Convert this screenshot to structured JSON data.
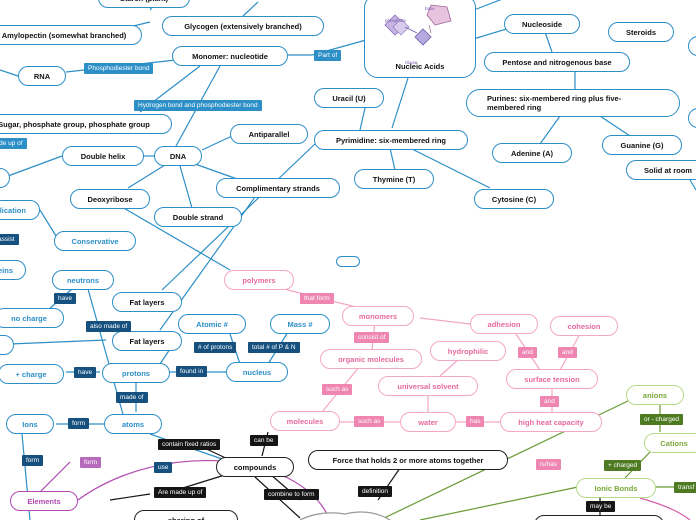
{
  "nodes": {
    "starch": "Starch (plant)",
    "glycogen": "Glycogen (extensively branched)",
    "amylopectin": "Amylopectin (somewhat branched)",
    "monomer_nucleotide": "Monomer: nucleotide",
    "rna": "RNA",
    "sugar_phosphate": "Sugar, phosphate group, phosphate group",
    "double_helix": "Double helix",
    "dna": "DNA",
    "antiparallel": "Antiparallel",
    "complimentary": "Complimentary strands",
    "deoxyribose": "Deoxyribose",
    "double_strand": "Double strand",
    "replication": "replication",
    "conservative": "Conservative",
    "proteins": "Proteins",
    "nucleic_acids": "Nucleic Acids",
    "nucleoside": "Nucleoside",
    "steroids": "Steroids",
    "pentose": "Pentose and nitrogenous base",
    "uracil": "Uracil (U)",
    "pyrimidine": "Pyrimidine: six-membered ring",
    "purines": "Purines: six-membered ring plus five-membered ring",
    "adenine": "Adenine (A)",
    "guanine": "Guanine (G)",
    "thymine": "Thymine (T)",
    "cytosine": "Cytosine (C)",
    "solid_room": "Solid at room",
    "polymers": "polymers",
    "monomers": "monomers",
    "neutrons": "neutrons",
    "no_charge": "no charge",
    "fat_layers_1": "Fat layers",
    "fat_layers_2": "Fat layers",
    "atomic_num": "Atomic #",
    "mass_num": "Mass #",
    "adhesion": "adhesion",
    "cohesion": "cohesion",
    "hydrophilic": "hydrophilic",
    "organic_molecules": "organic molecules",
    "plus_charge": "+ charge",
    "protons": "protons",
    "nucleus": "nucleus",
    "universal_solvent": "universal solvent",
    "surface_tension": "surface tension",
    "anions": "anions",
    "ions": "Ions",
    "atoms": "atoms",
    "molecules": "molecules",
    "water": "water",
    "high_heat": "high heat capacity",
    "cations": "Cations",
    "compounds": "compounds",
    "force": "Force that holds 2 or more atoms together",
    "ionic_bonds": "Ionic Bonds",
    "elements": "Elements",
    "sharing": "sharing of"
  },
  "labels": {
    "part_of": "Part of",
    "phosphodiester": "Phosphodiester bond",
    "hydrogen_phospho": "Hydrogen bond and phosphodiester bond",
    "made_up_of": "made up of",
    "assist": "assist",
    "that_form": "that form",
    "consist_of": "consist of",
    "have_1": "have",
    "also_made_of": "also made of",
    "num_protons": "# of protons",
    "total_pn": "total # of P & N",
    "and_1": "and",
    "and_2": "and",
    "and_3": "and",
    "such_as_1": "such as",
    "such_as_2": "such as",
    "have_2": "have",
    "found_in": "found in",
    "made_of": "made of",
    "has": "has",
    "or_charged": "or - charged",
    "form_1": "form",
    "form_2": "form",
    "form_3": "form",
    "contain_fixed": "contain fixed ratios",
    "can_be": "can be",
    "use": "use",
    "is_has": "is/has",
    "plus_charged": "+ charged",
    "transf": "transf",
    "are_made_up_of": "Are made up of",
    "combine_to_form": "combine to form",
    "definition": "definition",
    "may_be": "may be"
  },
  "nucleic_image": {
    "phosphate": "phosphate",
    "base": "base",
    "ribose": "ribose"
  },
  "colors": {
    "blue": "#2c8fc7",
    "navy": "#15507e",
    "pink": "#ee86b1",
    "green": "#4e7a22",
    "violet": "#b04ab0",
    "black": "#151515"
  }
}
